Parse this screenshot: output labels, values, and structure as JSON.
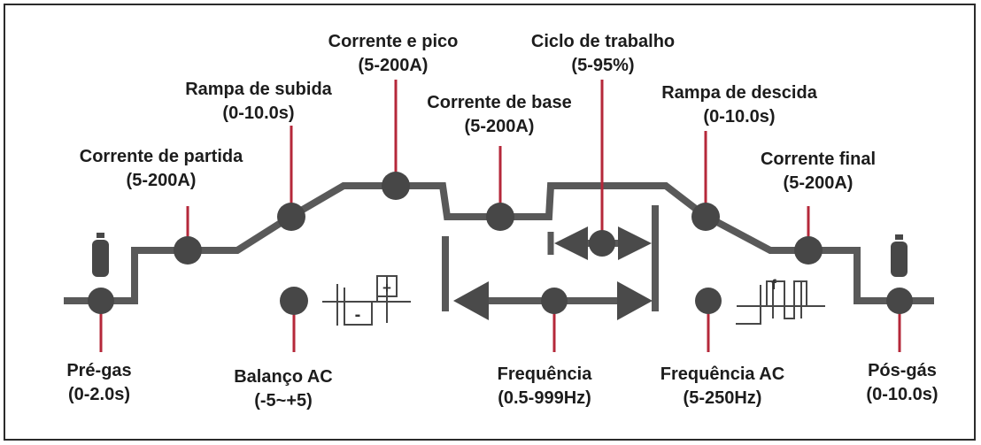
{
  "colors": {
    "wave": "#595959",
    "marker": "#b5283a",
    "text": "#1c1c1c",
    "frame": "#2b2b2b"
  },
  "icons": {
    "gas_cylinder": "gas-cylinder-icon",
    "ac_balance_graph": "ac-balance-graph-icon",
    "ac_frequency_graph": "ac-frequency-graph-icon"
  },
  "labels": {
    "pre_gas": {
      "name": "Pré-gas",
      "range": "(0-2.0s)"
    },
    "start_current": {
      "name": "Corrente de partida",
      "range": "(5-200A)"
    },
    "up_slope": {
      "name": "Rampa de subida",
      "range": "(0-10.0s)"
    },
    "peak_current": {
      "name": "Corrente e pico",
      "range": "(5-200A)"
    },
    "base_current": {
      "name": "Corrente de base",
      "range": "(5-200A)"
    },
    "duty_cycle": {
      "name": "Ciclo de trabalho",
      "range": "(5-95%)"
    },
    "down_slope": {
      "name": "Rampa de descida",
      "range": "(0-10.0s)"
    },
    "final_current": {
      "name": "Corrente final",
      "range": "(5-200A)"
    },
    "post_gas": {
      "name": "Pós-gás",
      "range": "(0-10.0s)"
    },
    "ac_balance": {
      "name": "Balanço AC",
      "range": "(-5~+5)"
    },
    "frequency": {
      "name": "Frequência",
      "range": "(0.5-999Hz)"
    },
    "ac_frequency": {
      "name": "Frequência AC",
      "range": "(5-250Hz)"
    },
    "plus_sign": "+",
    "minus_sign": "-",
    "f_sign": "f"
  }
}
